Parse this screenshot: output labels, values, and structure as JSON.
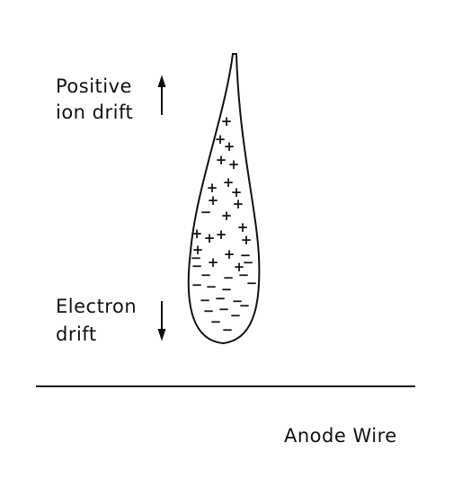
{
  "labels": {
    "positive_line1": "Positive",
    "positive_line2": "ion drift",
    "electron_line1": "Electron",
    "electron_line2": "drift",
    "anode": "Anode Wire"
  },
  "charges": {
    "positive_symbol": "+",
    "negative_symbol": "−"
  },
  "colors": {
    "ink": "#111111",
    "background": "#ffffff"
  }
}
